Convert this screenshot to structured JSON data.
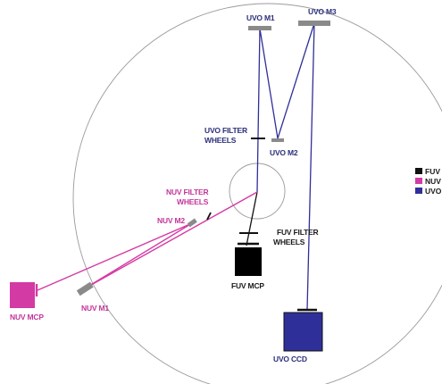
{
  "colors": {
    "fuv": "#111111",
    "nuv": "#d43aa3",
    "uvo": "#2f2f9a",
    "mirror": "#8a8a8a",
    "circle": "#9a9a9a"
  },
  "labels": {
    "uvo_m1": "UVO M1",
    "uvo_m2": "UVO M2",
    "uvo_m3": "UVO M3",
    "uvo_filter_wheels_line1": "UVO FILTER",
    "uvo_filter_wheels_line2": "WHEELS",
    "nuv_filter_wheels_line1": "NUV FILTER",
    "nuv_filter_wheels_line2": "WHEELS",
    "nuv_m2": "NUV M2",
    "nuv_m1": "NUV M1",
    "nuv_mcp": "NUV MCP",
    "fuv_filter_wheels_line1": "FUV FILTER",
    "fuv_filter_wheels_line2": "WHEELS",
    "fuv_mcp": "FUV MCP",
    "uvo_ccd": "UVO CCD"
  },
  "legend": [
    {
      "label": "FUV",
      "color": "#111111"
    },
    {
      "label": "NUV",
      "color": "#d43aa3"
    },
    {
      "label": "UVO",
      "color": "#2f2f9a"
    }
  ]
}
